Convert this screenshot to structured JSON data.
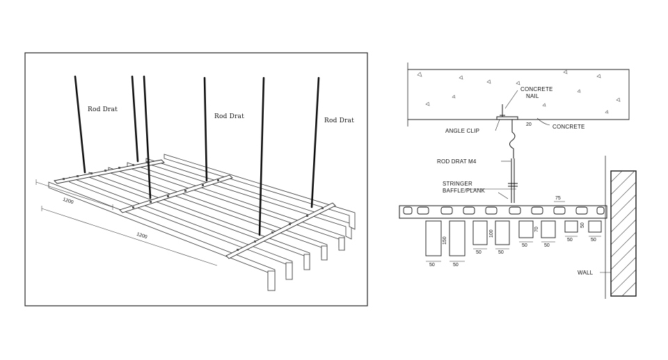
{
  "left_figure": {
    "rod_labels": [
      "Rod Drat",
      "Rod Drat",
      "Rod Drat"
    ],
    "dim_width": "1200",
    "dim_length": "1200"
  },
  "right_figure": {
    "labels": {
      "concrete_nail_1": "CONCRETE",
      "concrete_nail_2": "NAIL",
      "concrete": "CONCRETE",
      "angle_clip": "ANGLE CLIP",
      "rod_drat_m4": "ROD DRAT M4",
      "stringer": "STRINGER",
      "baffle_plank": "BAFFLE/PLANK",
      "wall": "WALL"
    },
    "dims": {
      "gap": "20",
      "pitch": "75",
      "h150": "150",
      "h100": "100",
      "h70": "70",
      "h50": "50",
      "w_a": "50",
      "w_b": "50",
      "w_c": "50",
      "w_d": "50",
      "w_e": "50",
      "w_f": "50",
      "w_g": "50",
      "w_h": "50"
    }
  }
}
